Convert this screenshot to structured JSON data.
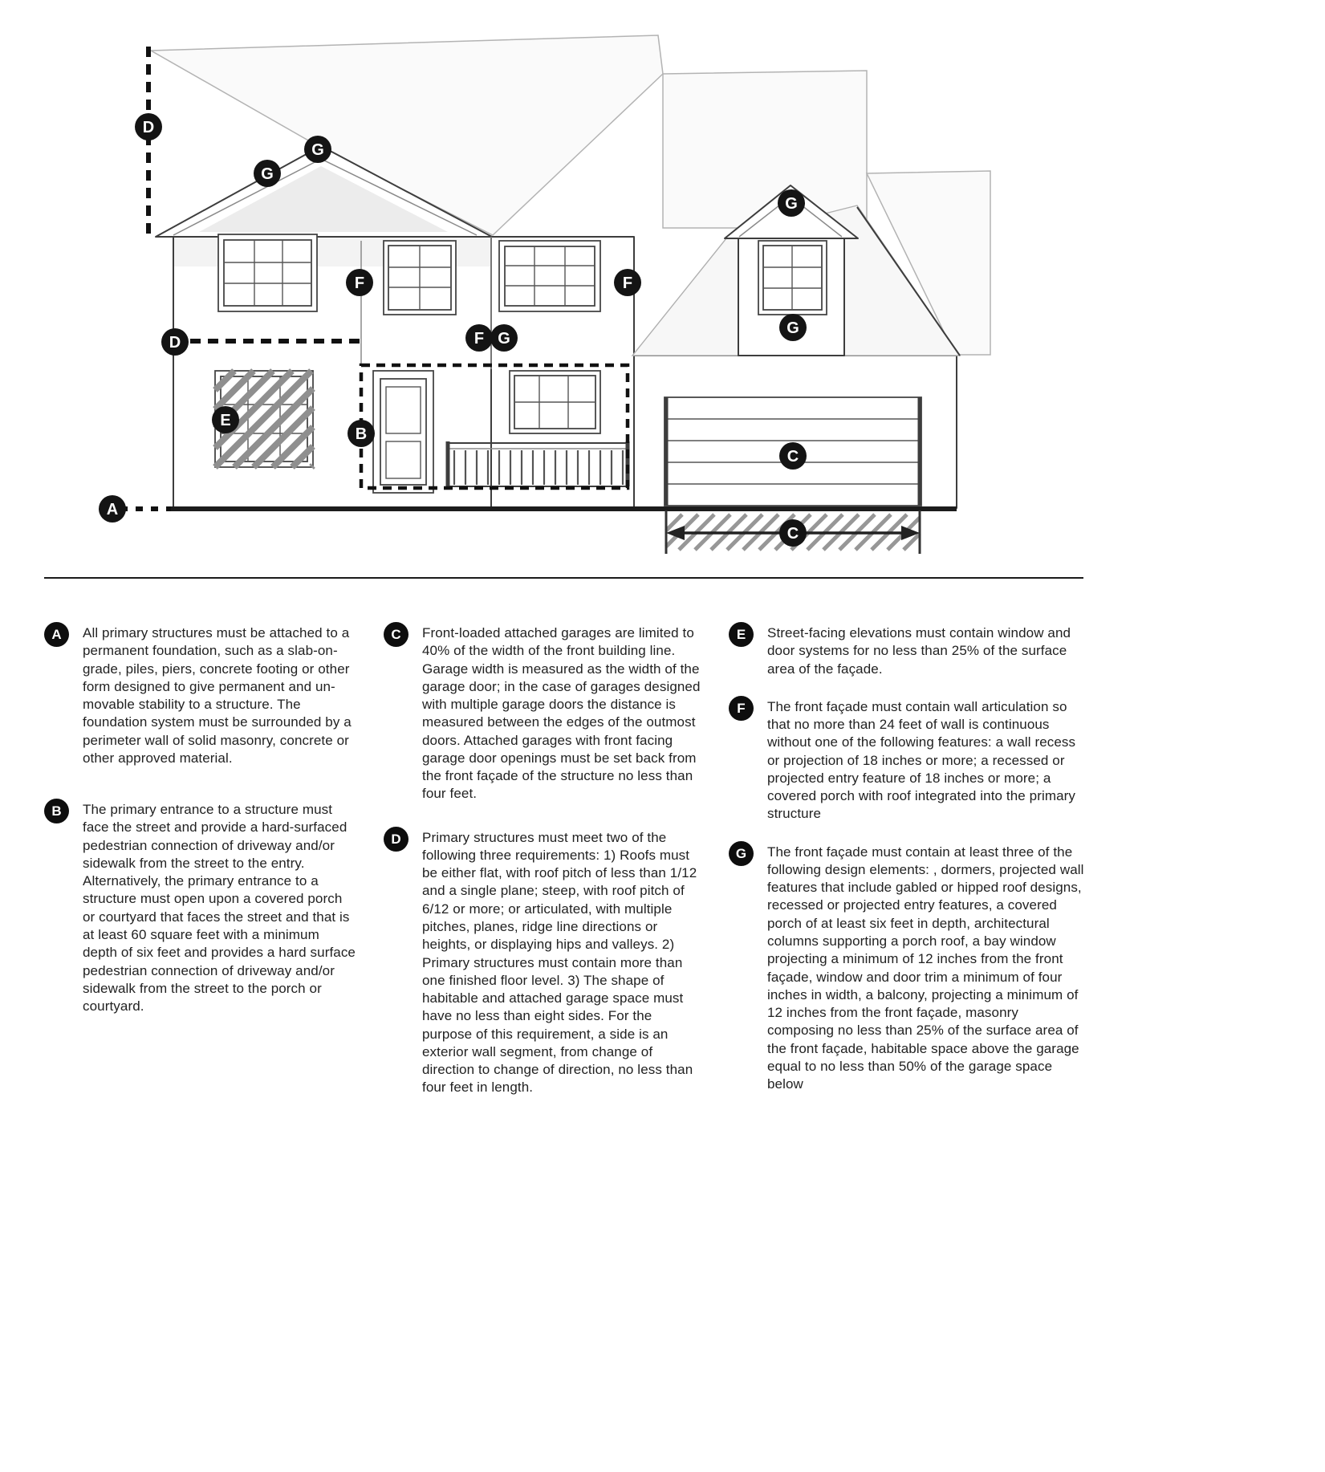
{
  "colors": {
    "badge": "#141414",
    "line": "#3d3d3d"
  },
  "diagram": {
    "badges": [
      {
        "letter": "D"
      },
      {
        "letter": "G"
      },
      {
        "letter": "G"
      },
      {
        "letter": "G"
      },
      {
        "letter": "F"
      },
      {
        "letter": "F"
      },
      {
        "letter": "G"
      },
      {
        "letter": "F"
      },
      {
        "letter": "G"
      },
      {
        "letter": "D"
      },
      {
        "letter": "E"
      },
      {
        "letter": "B"
      },
      {
        "letter": "C"
      },
      {
        "letter": "A"
      },
      {
        "letter": "C"
      }
    ]
  },
  "legend": {
    "columns": [
      {
        "items": [
          {
            "letter": "A",
            "text": "All primary structures must be attached to a permanent foundation, such as a slab-on-grade, piles, piers, concrete footing or other form designed to give permanent and un-movable stability to a structure. The foundation system must be surrounded by a perimeter wall of solid masonry, concrete or other approved material."
          },
          {
            "letter": "B",
            "text": "The primary entrance to a structure must face the street and provide a hard-surfaced pedestrian connection of driveway and/or sidewalk from the street to the entry. Alternatively, the primary entrance to a structure must open upon a covered porch or courtyard that faces the street and that is at least 60 square feet with a minimum depth of six feet and provides a hard surface pedestrian connection of driveway and/or sidewalk from the street to the porch or courtyard."
          }
        ]
      },
      {
        "items": [
          {
            "letter": "C",
            "text": "Front-loaded attached garages are limited to 40% of the width of the front building line. Garage width is measured as the width of the garage door; in the case of garages designed with multiple garage doors the distance is measured between the edges of the outmost doors. Attached garages with front facing garage door openings must be set back from the front façade of the structure no less than four feet."
          },
          {
            "letter": "D",
            "text": "Primary structures must meet two of the following three requirements: 1) Roofs must be either flat, with roof pitch of less than 1/12 and a single plane; steep, with roof pitch of 6/12 or more; or articulated, with multiple pitches, planes, ridge line directions or heights, or displaying hips and valleys. 2) Primary structures must contain more than one finished floor level. 3) The shape of habitable and attached garage space must have no less than eight sides. For the purpose of this requirement, a side is an exterior wall segment, from change of direction to change of direction, no less than four feet in length."
          }
        ]
      },
      {
        "items": [
          {
            "letter": "E",
            "text": "Street-facing elevations must contain window and door systems for no less than 25% of the surface area of the façade."
          },
          {
            "letter": "F",
            "text": "The front façade must contain wall articulation so that no more than 24 feet of wall is continuous without one of the following features: a wall recess or projection of 18 inches or more; a recessed or projected entry feature of 18 inches or more; a covered porch with roof integrated into the primary structure"
          },
          {
            "letter": "G",
            "text": "The front façade must contain at least three of the following design elements: , dormers, projected wall features that include gabled or hipped roof designs, recessed or projected entry features, a covered porch of at least six feet in depth, architectural columns supporting a porch roof, a bay window projecting a minimum of 12 inches from the front façade, window and door trim a minimum of four inches in width, a balcony, projecting a minimum of 12 inches from the front façade, masonry composing no less than 25% of the surface area of the front façade, habitable space above the garage equal to no less than 50% of the garage space below"
          }
        ]
      }
    ]
  }
}
